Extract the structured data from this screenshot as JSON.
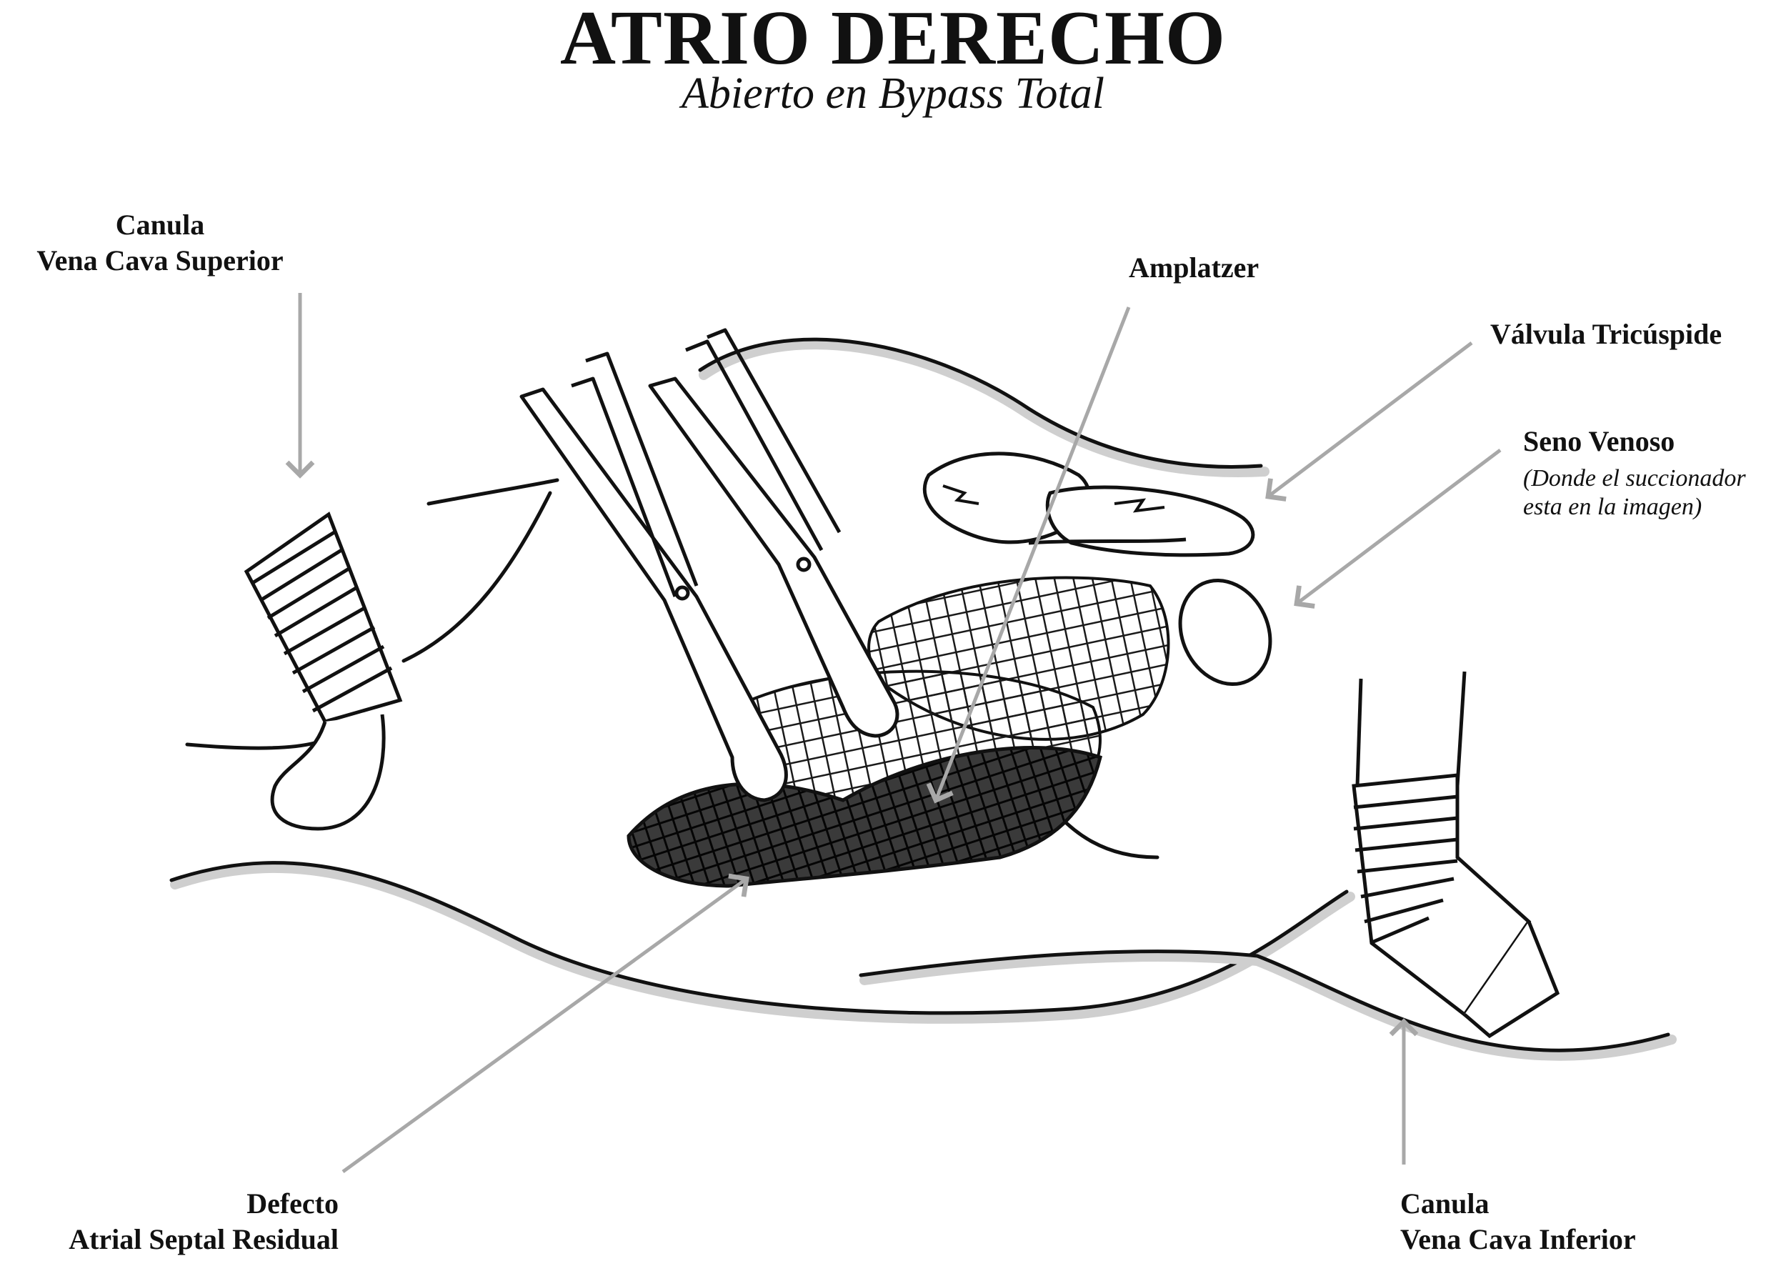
{
  "title": "ATRIO DERECHO",
  "subtitle": "Abierto en Bypass Total",
  "labels": {
    "svc": {
      "line1": "Canula",
      "line2": "Vena Cava Superior"
    },
    "amplatzer": "Amplatzer",
    "tricuspid": "Válvula Tricúspide",
    "sinus": {
      "title": "Seno Venoso",
      "note1": "(Donde el succionador",
      "note2": "esta en la imagen)"
    },
    "defect": {
      "line1": "Defecto",
      "line2": "Atrial Septal Residual"
    },
    "ivc": {
      "line1": "Canula",
      "line2": "Vena Cava Inferior"
    }
  },
  "colors": {
    "ink": "#111111",
    "arrow": "#a8a8a8",
    "shadow": "#cfcfcf",
    "mesh": "#1a1a1a"
  }
}
